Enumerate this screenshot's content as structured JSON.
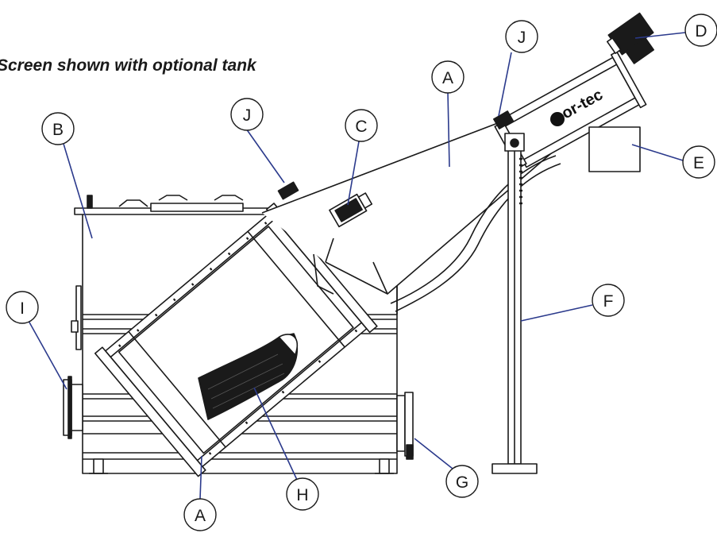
{
  "caption": "Screen shown with optional tank",
  "brand": "or-tec",
  "callouts": {
    "a_top": "A",
    "a_bottom": "A",
    "b": "B",
    "c": "C",
    "d": "D",
    "e": "E",
    "f": "F",
    "g": "G",
    "h": "H",
    "i": "I",
    "j_left": "J",
    "j_right": "J"
  },
  "colors": {
    "line": "#1a1a1a",
    "callout_line": "#2b3a8c",
    "background": "#ffffff"
  }
}
